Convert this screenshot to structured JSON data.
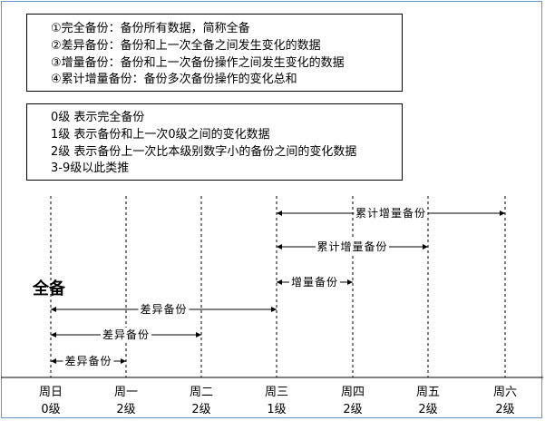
{
  "legend_backup_types": [
    "①完全备份：备份所有数据，简称全备",
    "②差异备份：备份和上一次全备之间发生变化的数据",
    "③增量备份：备份和上一次备份操作之间发生变化的数据",
    "④累计增量备份：备份多次备份操作的变化总和"
  ],
  "legend_levels": [
    "0级 表示完全备份",
    "1级 表示备份和上一次0级之间的变化数据",
    "2级 表示备份上一次比本级别数字小的备份之间的变化数据",
    "3-9级以此类推"
  ],
  "full_backup_label": "全备",
  "days": [
    {
      "day": "周日",
      "level": "0级"
    },
    {
      "day": "周一",
      "level": "2级"
    },
    {
      "day": "周二",
      "level": "2级"
    },
    {
      "day": "周三",
      "level": "1级"
    },
    {
      "day": "周四",
      "level": "2级"
    },
    {
      "day": "周五",
      "level": "2级"
    },
    {
      "day": "周六",
      "level": "2级"
    }
  ],
  "spans": [
    {
      "label": "累计增量备份",
      "from": 3,
      "to": 6
    },
    {
      "label": "累计增量备份",
      "from": 3,
      "to": 5
    },
    {
      "label": "增量备份",
      "from": 3,
      "to": 4
    },
    {
      "label": "差异备份",
      "from": 0,
      "to": 3
    },
    {
      "label": "差异备份",
      "from": 0,
      "to": 2
    },
    {
      "label": "差异备份",
      "from": 0,
      "to": 1
    }
  ]
}
